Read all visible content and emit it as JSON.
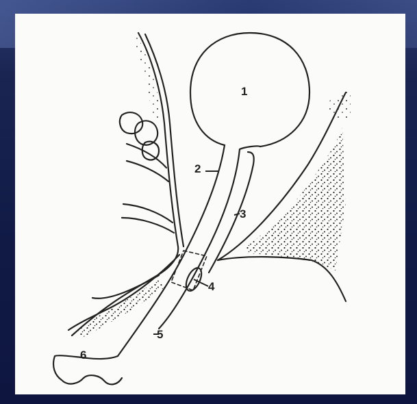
{
  "colors": {
    "background": "#1c2a5c",
    "panel": "#fbfbf9",
    "ink": "#222222"
  },
  "labels": [
    "1",
    "2",
    "3",
    "4",
    "5",
    "6"
  ]
}
